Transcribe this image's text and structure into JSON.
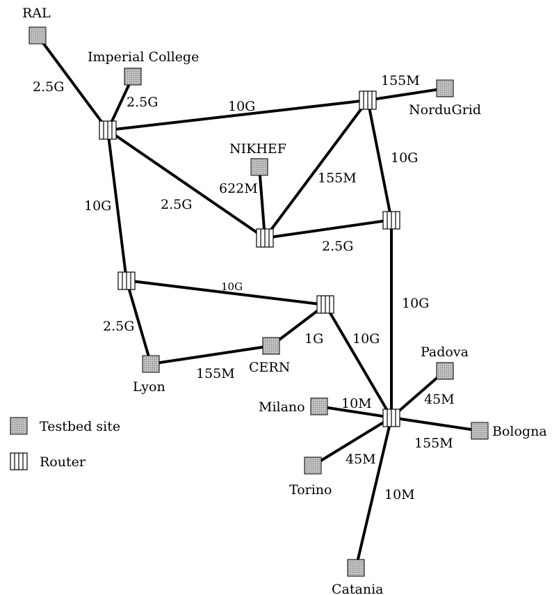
{
  "colors": {
    "line": "#000000",
    "site_fill": "#b8b8b8",
    "router_fill": "#ffffff",
    "background": "#ffffff"
  },
  "legend": {
    "site_label": "Testbed site",
    "router_label": "Router"
  },
  "nodes": [
    {
      "id": "RAL",
      "type": "site",
      "label": "RAL"
    },
    {
      "id": "Imperial",
      "type": "site",
      "label": "Imperial College"
    },
    {
      "id": "NorduGrid",
      "type": "site",
      "label": "NorduGrid"
    },
    {
      "id": "NIKHEF",
      "type": "site",
      "label": "NIKHEF"
    },
    {
      "id": "Lyon",
      "type": "site",
      "label": "Lyon"
    },
    {
      "id": "CERN",
      "type": "site",
      "label": "CERN"
    },
    {
      "id": "Padova",
      "type": "site",
      "label": "Padova"
    },
    {
      "id": "Milano",
      "type": "site",
      "label": "Milano"
    },
    {
      "id": "Bologna",
      "type": "site",
      "label": "Bologna"
    },
    {
      "id": "Torino",
      "type": "site",
      "label": "Torino"
    },
    {
      "id": "Catania",
      "type": "site",
      "label": "Catania"
    },
    {
      "id": "R_UK",
      "type": "router"
    },
    {
      "id": "R_NE",
      "type": "router"
    },
    {
      "id": "R_NL",
      "type": "router"
    },
    {
      "id": "R_E",
      "type": "router"
    },
    {
      "id": "R_FR",
      "type": "router"
    },
    {
      "id": "R_CH",
      "type": "router"
    },
    {
      "id": "R_IT",
      "type": "router"
    }
  ],
  "links": [
    {
      "from": "RAL",
      "to": "R_UK",
      "label": "2.5G"
    },
    {
      "from": "Imperial",
      "to": "R_UK",
      "label": "2.5G"
    },
    {
      "from": "R_UK",
      "to": "R_NE",
      "label": "10G"
    },
    {
      "from": "R_NE",
      "to": "NorduGrid",
      "label": "155M"
    },
    {
      "from": "R_UK",
      "to": "R_NL",
      "label": "2.5G"
    },
    {
      "from": "NIKHEF",
      "to": "R_NL",
      "label": "622M"
    },
    {
      "from": "R_NL",
      "to": "R_NE",
      "label": "155M"
    },
    {
      "from": "R_NE",
      "to": "R_E",
      "label": "10G"
    },
    {
      "from": "R_NL",
      "to": "R_E",
      "label": "2.5G"
    },
    {
      "from": "R_UK",
      "to": "R_FR",
      "label": "10G"
    },
    {
      "from": "R_FR",
      "to": "R_CH",
      "label": "10G"
    },
    {
      "from": "R_FR",
      "to": "Lyon",
      "label": "2.5G"
    },
    {
      "from": "Lyon",
      "to": "CERN",
      "label": "155M"
    },
    {
      "from": "CERN",
      "to": "R_CH",
      "label": "1G"
    },
    {
      "from": "R_CH",
      "to": "R_IT",
      "label": "10G"
    },
    {
      "from": "R_E",
      "to": "R_IT",
      "label": "10G"
    },
    {
      "from": "Padova",
      "to": "R_IT",
      "label": "45M"
    },
    {
      "from": "Milano",
      "to": "R_IT",
      "label": "10M"
    },
    {
      "from": "R_IT",
      "to": "Bologna",
      "label": "155M"
    },
    {
      "from": "Torino",
      "to": "R_IT",
      "label": "45M"
    },
    {
      "from": "R_IT",
      "to": "Catania",
      "label": "10M"
    }
  ]
}
